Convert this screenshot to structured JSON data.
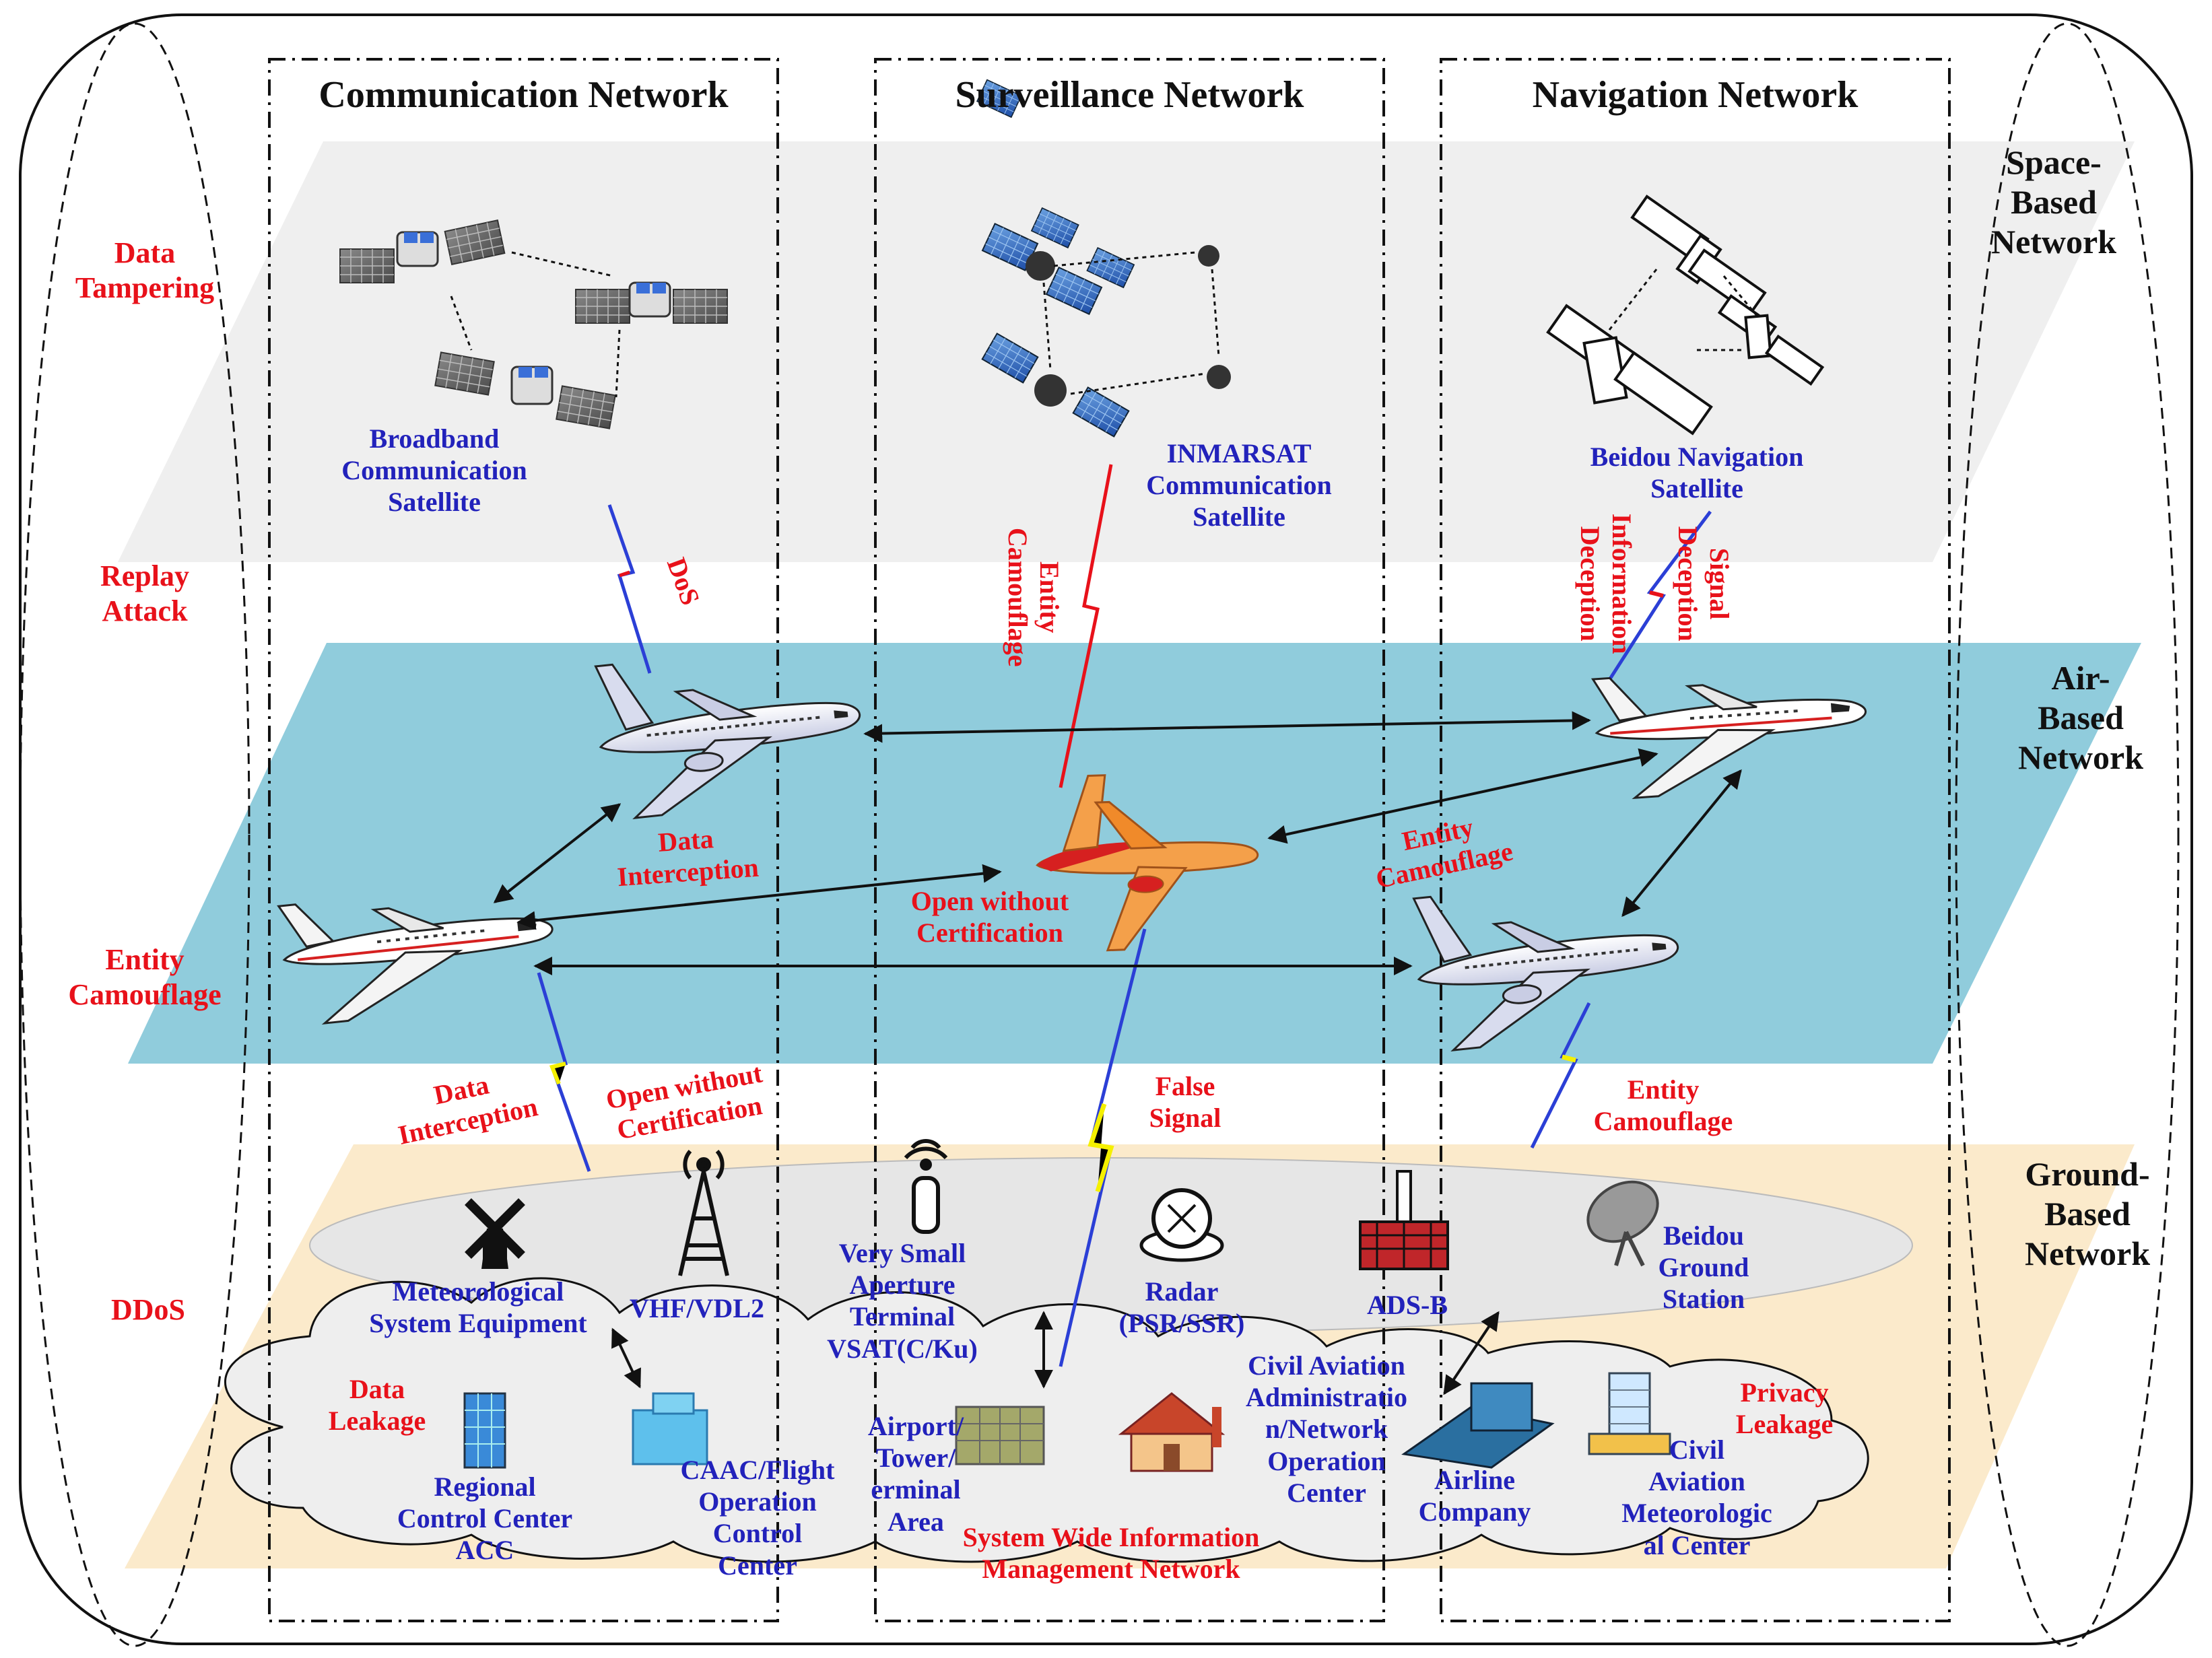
{
  "columns": {
    "communication": "Communication Network",
    "surveillance": "Surveillance Network",
    "navigation": "Navigation Network"
  },
  "layers": {
    "space": [
      "Space-",
      "Based",
      "Network"
    ],
    "air": [
      "Air-",
      "Based",
      "Network"
    ],
    "ground": [
      "Ground-",
      "Based",
      "Network"
    ]
  },
  "attacks_left": {
    "data_tampering": [
      "Data",
      "Tampering"
    ],
    "replay_attack": [
      "Replay",
      "Attack"
    ],
    "entity_camouflage": [
      "Entity",
      "Camouflage"
    ],
    "ddos": "DDoS"
  },
  "space_nodes": {
    "broadband": [
      "Broadband",
      "Communication",
      "Satellite"
    ],
    "inmarsat": [
      "INMARSAT",
      "Communication",
      "Satellite"
    ],
    "beidou": [
      "Beidou Navigation",
      "Satellite"
    ]
  },
  "threats": {
    "dos": "DoS",
    "entity_camouflage_sat": [
      "Entity",
      "Camouflage"
    ],
    "information_deception": [
      "Information",
      "Deception"
    ],
    "signal_deception": [
      "Signal",
      "Deception"
    ],
    "data_interception_air": [
      "Data",
      "Interception"
    ],
    "open_without_cert_air": [
      "Open without",
      "Certification"
    ],
    "entity_camouflage_air": [
      "Entity",
      "Camouflage"
    ],
    "data_interception_ground": [
      "Data",
      "Interception"
    ],
    "open_without_cert_ground": [
      "Open without",
      "Certification"
    ],
    "false_signal": [
      "False",
      "Signal"
    ],
    "entity_camouflage_ground": [
      "Entity",
      "Camouflage"
    ],
    "data_leakage": [
      "Data",
      "Leakage"
    ],
    "privacy_leakage": [
      "Privacy",
      "Leakage"
    ]
  },
  "ground_nodes": {
    "meteorological": [
      "Meteorological",
      "System Equipment"
    ],
    "vhf": "VHF/VDL2",
    "vsat": [
      "Very Small",
      "Aperture",
      "Terminal",
      "VSAT(C/Ku)"
    ],
    "radar": [
      "Radar",
      "(PSR/SSR)"
    ],
    "adsb": "ADS-B",
    "beidou_ground": [
      "Beidou",
      "Ground",
      "Station"
    ]
  },
  "swim_nodes": {
    "regional": [
      "Regional",
      "Control Center",
      "ACC"
    ],
    "caac": [
      "CAAC/Flight",
      "Operation",
      "Control",
      "Center"
    ],
    "airport": [
      "Airport/",
      "Tower/",
      "erminal",
      "Area"
    ],
    "swim": [
      "System Wide Information",
      "Management Network"
    ],
    "civil_admin": [
      "Civil Aviation",
      "Administratio",
      "n/Network",
      "Operation",
      "Center"
    ],
    "airline": [
      "Airline",
      "Company"
    ],
    "civil_met": [
      "Civil",
      "Aviation",
      "Meteorologic",
      "al Center"
    ]
  },
  "colors": {
    "space_plane": "#efefef",
    "air_plane": "#90ccdc",
    "ground_plane": "#fbeacb",
    "cloud": "#eeeeee",
    "attack_red": "#e8111a",
    "node_blue": "#2222bb",
    "lightning_blue": "#2b3fd6",
    "lightning_yellow": "#f5f000"
  }
}
